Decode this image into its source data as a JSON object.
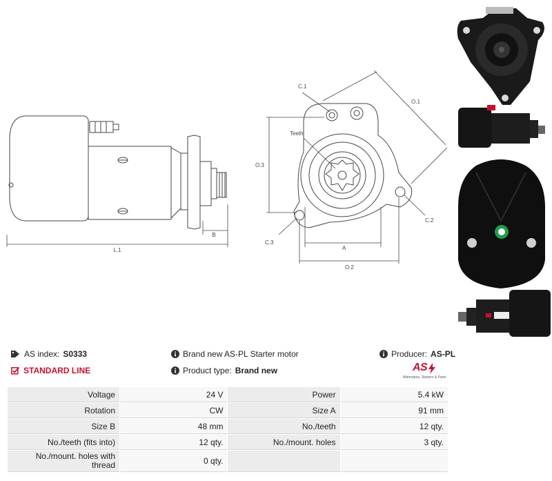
{
  "drawing_labels": {
    "l1": "L.1",
    "b": "B",
    "c1": "C.1",
    "c2": "C.2",
    "c3": "C.3",
    "o1": "O.1",
    "o2": "O.2",
    "o3": "O.3",
    "a": "A",
    "teeth": "Teeth"
  },
  "info": {
    "as_index_label": "AS index:",
    "as_index_value": "S0333",
    "standard_line": "STANDARD LINE",
    "description": "Brand new AS-PL Starter motor",
    "product_type_label": "Product type:",
    "product_type_value": "Brand new",
    "producer_label": "Producer:",
    "producer_value": "AS-PL",
    "logo_text": "AS",
    "logo_tagline": "Alternators, Starters & Parts"
  },
  "colors": {
    "accent_red": "#c8102e"
  },
  "specs": [
    {
      "l1": "Voltage",
      "v1": "24 V",
      "l2": "Power",
      "v2": "5.4 kW"
    },
    {
      "l1": "Rotation",
      "v1": "CW",
      "l2": "Size A",
      "v2": "91 mm"
    },
    {
      "l1": "Size B",
      "v1": "48 mm",
      "l2": "No./teeth",
      "v2": "12 qty."
    },
    {
      "l1": "No./teeth (fits into)",
      "v1": "12 qty.",
      "l2": "No./mount. holes",
      "v2": "3 qty."
    },
    {
      "l1": "No./mount. holes with thread",
      "v1": "0 qty.",
      "l2": "",
      "v2": ""
    }
  ]
}
